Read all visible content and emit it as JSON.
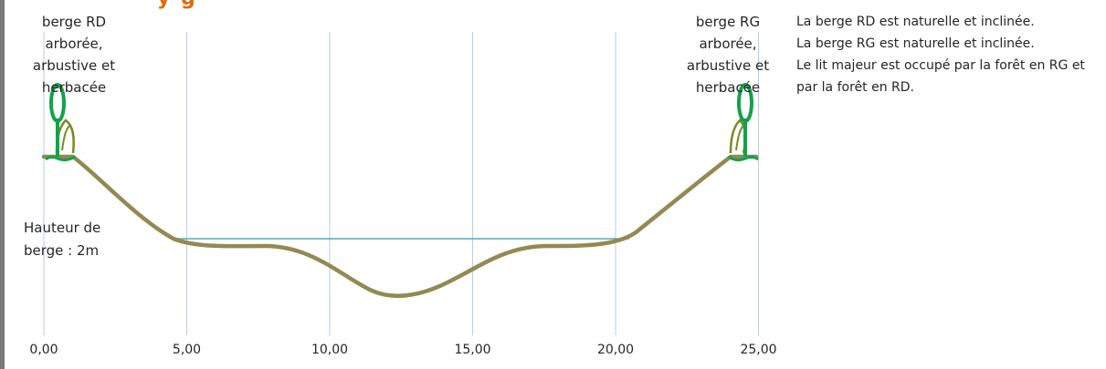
{
  "title_fragment": "y   g",
  "bank_rd_label": "berge RD\narborée,\narbustive et\nherbacée",
  "bank_rg_label": "berge RG\narborée,\narbustive et\nherbacée",
  "height_label": "Hauteur de\nberge : 2m",
  "description": [
    "La berge RD est naturelle et inclinée.",
    "La berge RG est naturelle et inclinée.",
    "Le lit majeur est occupé par la forêt en RG et par la forêt en RD."
  ],
  "x_axis": {
    "ticks": [
      {
        "value": 0,
        "label": "0,00"
      },
      {
        "value": 5,
        "label": "5,00"
      },
      {
        "value": 10,
        "label": "10,00"
      },
      {
        "value": 15,
        "label": "15,00"
      },
      {
        "value": 20,
        "label": "20,00"
      },
      {
        "value": 25,
        "label": "25,00"
      }
    ]
  },
  "colors": {
    "profile": "#938953",
    "water": "#4bacc6",
    "grid": "#b9cde5",
    "tree_green": "#12a34a",
    "shrub_olive": "#7a8a2a",
    "title": "#e26b0a"
  },
  "icons": [
    "tree-icon",
    "shrub-icon",
    "grass-icon"
  ]
}
